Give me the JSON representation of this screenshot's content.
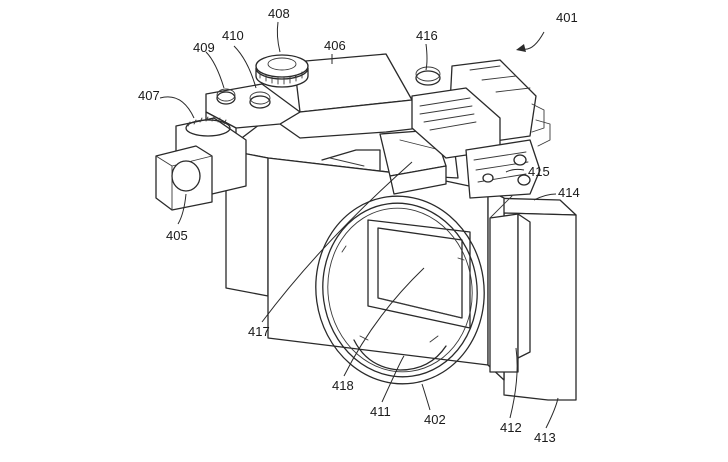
{
  "figure": {
    "labels": {
      "l401": "401",
      "l402": "402",
      "l405": "405",
      "l406": "406",
      "l407": "407",
      "l408": "408",
      "l409": "409",
      "l410": "410",
      "l411": "411",
      "l412": "412",
      "l413": "413",
      "l414": "414",
      "l415": "415",
      "l416": "416",
      "l417": "417",
      "l418": "418"
    }
  }
}
